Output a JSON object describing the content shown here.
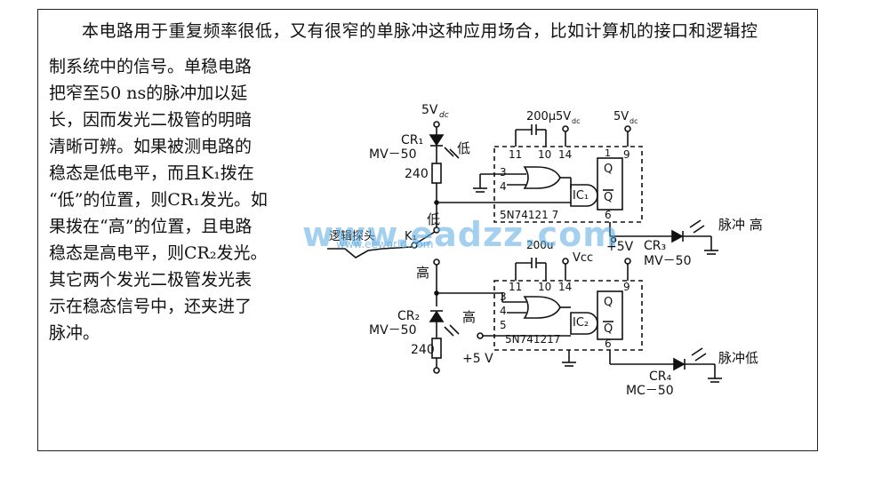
{
  "article": {
    "intro": "本电路用于重复频率很低，又有很窄的单脉冲这种应用场合，比如计算机的接口和逻辑控",
    "lines": [
      "制系统中的信号。单稳电路",
      "把窄至50 ns的脉冲加以延",
      "长，因而发光二极管的明暗",
      "清晰可辨。如果被测电路的",
      "稳态是低电平，而且K₁拨在",
      "“低”的位置，则CR₁发光。如",
      "果拨在“高”的位置，且电路",
      "稳态是高电平，则CR₂发光。",
      "其它两个发光二极管发光表",
      "示在稳态信号中，还夹进了",
      "脉冲。"
    ]
  },
  "watermark": {
    "main": "www.eadzz.com",
    "sub": "www.eeworld.com"
  },
  "circuit": {
    "supply_5v": "5V",
    "supply_sub": "dc",
    "vcc": "Vcc",
    "plus5v": "+5V",
    "plus5v_b": "+5 V",
    "cr1": "CR₁",
    "cr2": "CR₂",
    "cr3": "CR₃",
    "cr4": "CR₄",
    "mv50": "MV－50",
    "mc50": "MC－50",
    "r240": "240",
    "cap200u": "200μ",
    "cap200b": "200u",
    "low": "低",
    "high": "高",
    "logic_probe": "逻辑探头",
    "k1": "K₁",
    "ic1": "IC₁",
    "ic2": "IC₂",
    "chip1": "5N74121 7",
    "chip2": "5N741217",
    "pins": {
      "p11": "11",
      "p10": "10",
      "p14": "14",
      "p9": "9",
      "p3": "3",
      "p4": "4",
      "p5": "5",
      "p6": "6",
      "p1": "1"
    },
    "q": "Q",
    "pulse_high": "脉冲 高",
    "pulse_low": "脉冲低"
  }
}
